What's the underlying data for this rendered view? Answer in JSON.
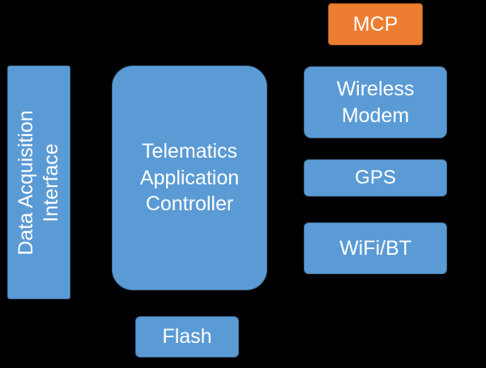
{
  "blocks": {
    "data_acquisition": {
      "line1": "Data Acquisition",
      "line2": "Interface"
    },
    "telematics_controller": {
      "line1": "Telematics",
      "line2": "Application",
      "line3": "Controller"
    },
    "wireless_modem": {
      "line1": "Wireless",
      "line2": "Modem"
    },
    "gps": {
      "label": "GPS"
    },
    "wifi_bt": {
      "label": "WiFi/BT"
    },
    "mcp": {
      "label": "MCP"
    },
    "flash": {
      "label": "Flash"
    }
  },
  "colors": {
    "background": "#000000",
    "block_fill": "#5b9bd5",
    "block_border": "#41719c",
    "accent_fill": "#ed7d31",
    "text": "#ffffff"
  }
}
